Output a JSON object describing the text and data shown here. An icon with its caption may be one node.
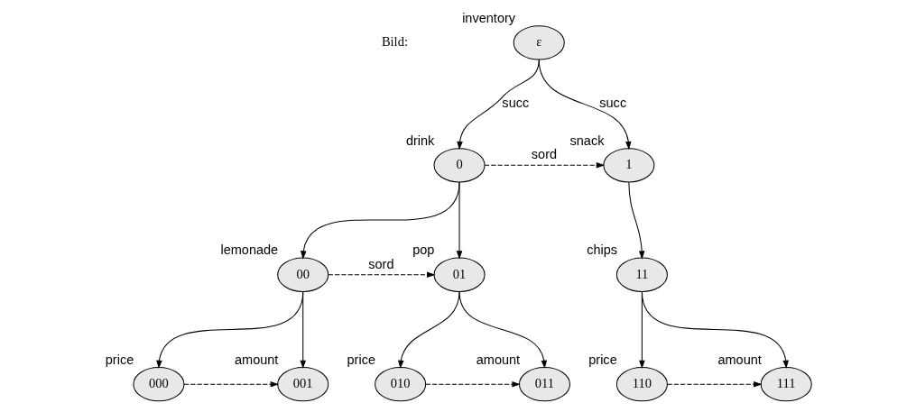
{
  "diagram": {
    "nodes": [
      {
        "text": [
          "ε"
        ],
        "beside": [
          "inventory"
        ]
      },
      {
        "text": [
          "0"
        ],
        "beside": [
          "drink"
        ]
      },
      {
        "text": [
          "1"
        ],
        "beside": [
          "snack"
        ]
      },
      {
        "text": [
          "00"
        ],
        "beside": [
          "lemonade"
        ]
      },
      {
        "text": [
          "01"
        ],
        "beside": [
          "pop"
        ]
      },
      {
        "text": [
          "11"
        ],
        "beside": [
          "chips"
        ]
      },
      {
        "text": [
          "000"
        ],
        "beside": [
          "price"
        ]
      },
      {
        "text": [
          "001"
        ],
        "beside": [
          "amount"
        ]
      },
      {
        "text": [
          "010"
        ],
        "beside": [
          "price"
        ]
      },
      {
        "text": [
          "011"
        ],
        "beside": [
          "amount"
        ]
      },
      {
        "text": [
          "110"
        ],
        "beside": [
          "price"
        ]
      },
      {
        "text": [
          "111"
        ],
        "beside": [
          "amount"
        ]
      }
    ],
    "edges": [
      {
        "from": 0,
        "to": 1,
        "arrow": "to",
        "label": "succ"
      },
      {
        "from": 0,
        "to": 2,
        "arrow": "to",
        "label": "succ"
      },
      {
        "from": 1,
        "to": 2,
        "arrow": "to",
        "label": "sord",
        "style": "dashed"
      },
      {
        "from": 1,
        "to": 3,
        "arrow": "to"
      },
      {
        "from": 1,
        "to": 4,
        "arrow": "to"
      },
      {
        "from": 2,
        "to": 5,
        "arrow": "to"
      },
      {
        "from": 3,
        "to": 4,
        "arrow": "to",
        "label": "sord",
        "style": "dashed"
      },
      {
        "from": 3,
        "to": 6,
        "arrow": "to"
      },
      {
        "from": 3,
        "to": 7,
        "arrow": "to"
      },
      {
        "from": 4,
        "to": 8,
        "arrow": "to"
      },
      {
        "from": 4,
        "to": 9,
        "arrow": "to"
      },
      {
        "from": 5,
        "to": 10,
        "arrow": "to"
      },
      {
        "from": 5,
        "to": 11,
        "arrow": "to"
      },
      {
        "from": 6,
        "to": 7,
        "arrow": "to",
        "style": "dashed"
      },
      {
        "from": 8,
        "to": 9,
        "arrow": "to",
        "style": "dashed"
      },
      {
        "from": 10,
        "to": 11,
        "arrow": "to",
        "style": "dashed"
      }
    ],
    "labels": [
      "Bild:"
    ]
  }
}
